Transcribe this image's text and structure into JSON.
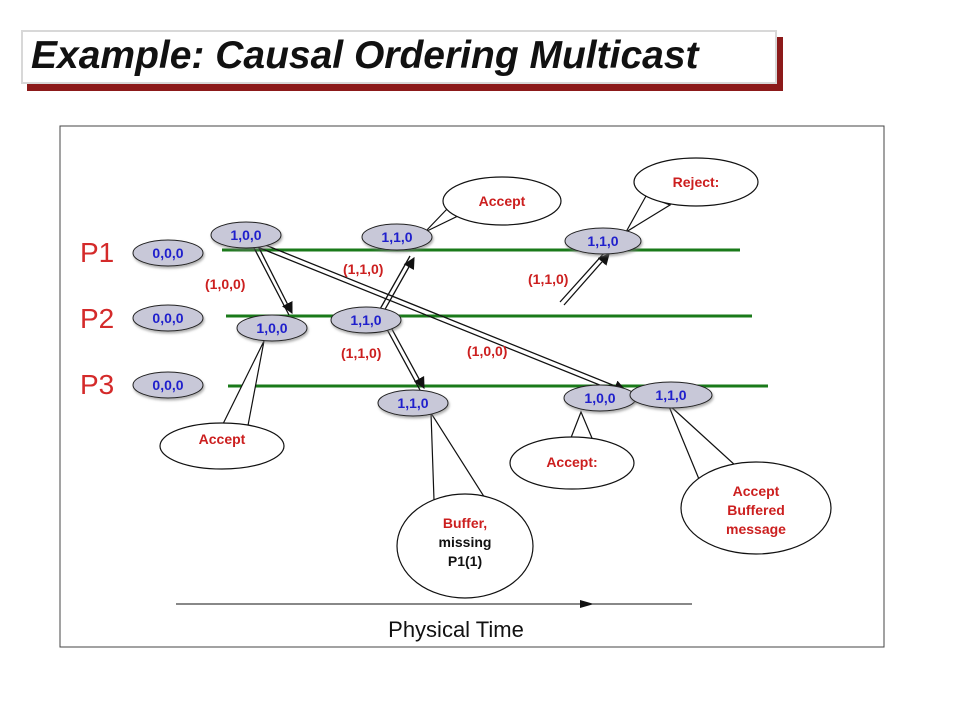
{
  "title": "Example: Causal Ordering Multicast",
  "processes": [
    "P1",
    "P2",
    "P3"
  ],
  "vectors": {
    "p1_init": "0,0,0",
    "p2_init": "0,0,0",
    "p3_init": "0,0,0",
    "p1_send": "1,0,0",
    "p1_recv_p2": "1,1,0",
    "p1_dup": "1,1,0",
    "p2_recv_p1": "1,0,0",
    "p2_send": "1,1,0",
    "p3_buffer": "1,1,0",
    "p3_recv_p1": "1,0,0",
    "p3_deliver_buffered": "1,1,0"
  },
  "messages": {
    "m1_to_p2": "(1,0,0)",
    "m2_to_p1": "(1,1,0)",
    "m2_to_p3": "(1,1,0)",
    "m1_to_p3": "(1,0,0)",
    "dup_to_p1": "(1,1,0)"
  },
  "callouts": {
    "accept_top": "Accept",
    "reject": "Reject:",
    "accept_p2": "Accept",
    "buffer": [
      "Buffer,",
      "missing",
      "P1(1)"
    ],
    "accept_p3": "Accept:",
    "accept_buffered": [
      "Accept",
      "Buffered",
      "message"
    ]
  },
  "time_axis_label": "Physical Time",
  "colors": {
    "timeline": "#1a7a1a",
    "label_red": "#cc1f1f",
    "label_blue": "#1f1fcc",
    "node_fill": "#c8c8d8",
    "title_shadow": "#8c1a1a"
  }
}
